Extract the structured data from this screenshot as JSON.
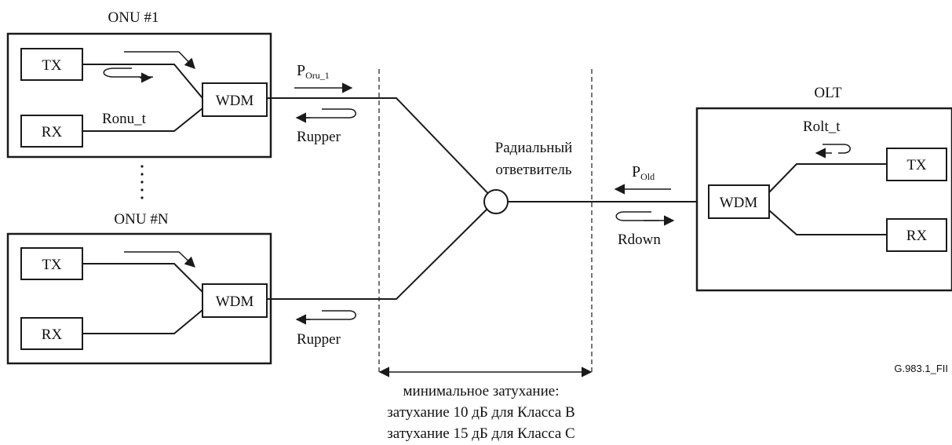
{
  "onu1": {
    "title": "ONU #1",
    "tx": "TX",
    "rx": "RX",
    "wdm": "WDM",
    "reflect": "Ronu_t"
  },
  "onuN": {
    "title": "ONU #N",
    "tx": "TX",
    "rx": "RX",
    "wdm": "WDM"
  },
  "olt": {
    "title": "OLT",
    "tx": "TX",
    "rx": "RX",
    "wdm": "WDM",
    "reflect": "Rolt_t"
  },
  "labels": {
    "p_onu_main": "P",
    "p_onu_sub": "Oru_1",
    "p_olt_main": "P",
    "p_olt_sub": "Old",
    "rupper_1": "Rupper",
    "rupper_n": "Rupper",
    "rdown": "Rdown",
    "splitter_line1": "Радиальный",
    "splitter_line2": "ответвитель",
    "attenuation_line1": "минимальное затухание:",
    "attenuation_line2": "затухание 10 дБ для Класса B",
    "attenuation_line3": "затухание 15 дБ для Класса C",
    "figure_id": "G.983.1_FII"
  }
}
